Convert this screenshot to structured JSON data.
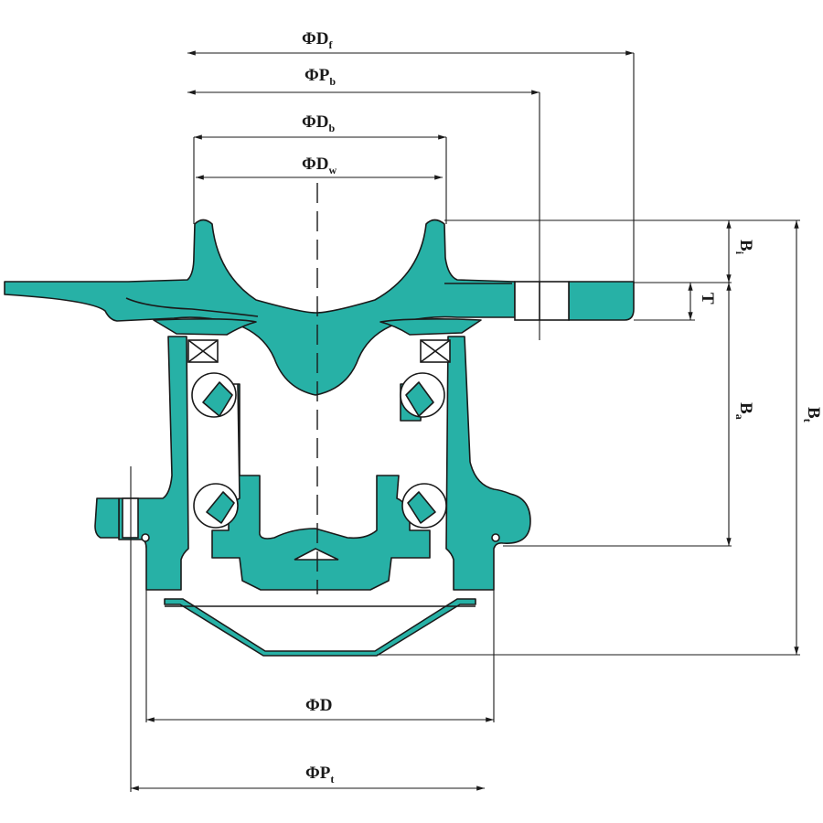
{
  "colors": {
    "part_fill": "#27b1a6",
    "line": "#1a1a1a",
    "background": "#ffffff"
  },
  "dimensions": {
    "Df": {
      "main": "ΦD",
      "sub": "f"
    },
    "Pb": {
      "main": "ΦP",
      "sub": "b"
    },
    "Db": {
      "main": "ΦD",
      "sub": "b"
    },
    "Dw": {
      "main": "ΦD",
      "sub": "w"
    },
    "D": {
      "main": "ΦD",
      "sub": ""
    },
    "Pt": {
      "main": "ΦP",
      "sub": "t"
    },
    "Bi": {
      "main": "B",
      "sub": "i"
    },
    "T": {
      "main": "T",
      "sub": ""
    },
    "Ba": {
      "main": "B",
      "sub": "a"
    },
    "Bt": {
      "main": "B",
      "sub": "t"
    }
  }
}
